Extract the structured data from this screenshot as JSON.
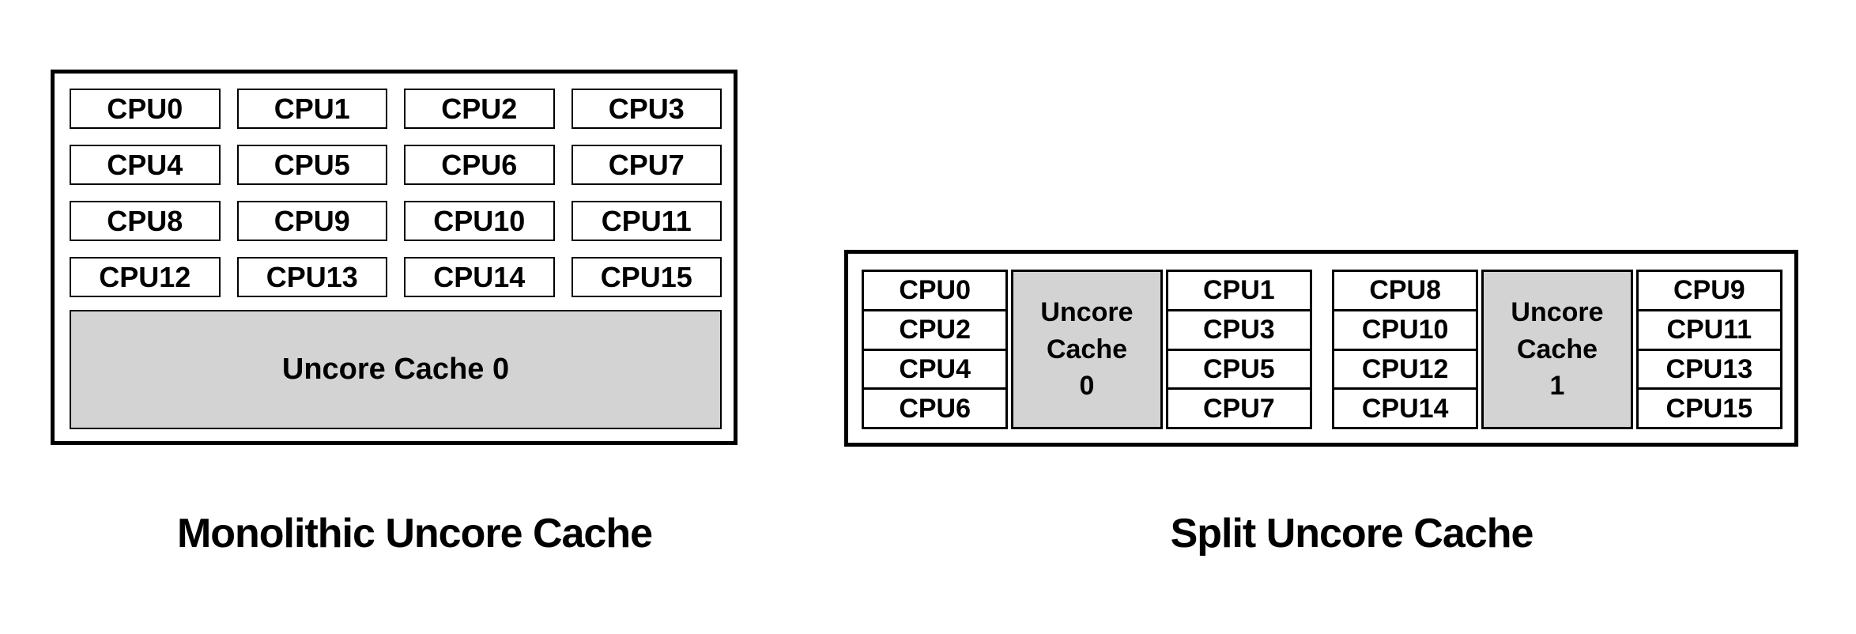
{
  "monolithic": {
    "caption": "Monolithic Uncore Cache",
    "cpus": [
      "CPU0",
      "CPU1",
      "CPU2",
      "CPU3",
      "CPU4",
      "CPU5",
      "CPU6",
      "CPU7",
      "CPU8",
      "CPU9",
      "CPU10",
      "CPU11",
      "CPU12",
      "CPU13",
      "CPU14",
      "CPU15"
    ],
    "cache_label": "Uncore Cache 0"
  },
  "split": {
    "caption": "Split Uncore Cache",
    "clusters": [
      {
        "name": "cluster-0",
        "left_cpus": [
          "CPU0",
          "CPU2",
          "CPU4",
          "CPU6"
        ],
        "cache_lines": [
          "Uncore",
          "Cache",
          "0"
        ],
        "right_cpus": [
          "CPU1",
          "CPU3",
          "CPU5",
          "CPU7"
        ]
      },
      {
        "name": "cluster-1",
        "left_cpus": [
          "CPU8",
          "CPU10",
          "CPU12",
          "CPU14"
        ],
        "cache_lines": [
          "Uncore",
          "Cache",
          "1"
        ],
        "right_cpus": [
          "CPU9",
          "CPU11",
          "CPU13",
          "CPU15"
        ]
      }
    ]
  },
  "colors": {
    "cache_fill": "#d3d3d3",
    "border": "#000000",
    "text": "#000000",
    "background": "#ffffff"
  }
}
